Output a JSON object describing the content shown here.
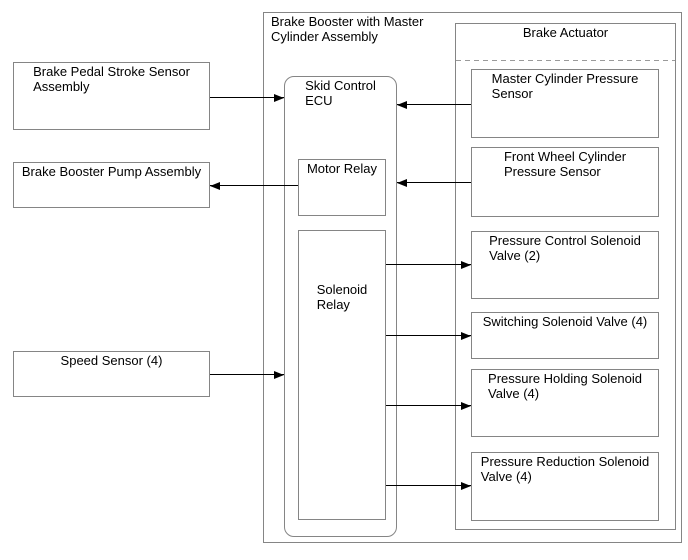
{
  "colors": {
    "background": "#ffffff",
    "box_border": "#858585",
    "arrow": "#000000",
    "dashed_line": "#9a9a9a",
    "text": "#000000"
  },
  "left_column": {
    "boxes": [
      {
        "label": "Brake Pedal Stroke Sensor\nAssembly"
      },
      {
        "label": "Brake Booster Pump Assembly"
      },
      {
        "label": "Speed Sensor (4)"
      }
    ]
  },
  "booster_assembly": {
    "title": "Brake Booster with Master\nCylinder Assembly",
    "ecu": {
      "title": "Skid Control\nECU",
      "motor_relay": {
        "label": "Motor Relay"
      },
      "solenoid_relay": {
        "label": "Solenoid\nRelay"
      }
    }
  },
  "brake_actuator": {
    "title": "Brake Actuator",
    "boxes": [
      {
        "label": "Master Cylinder Pressure\nSensor"
      },
      {
        "label": "Front Wheel Cylinder\nPressure Sensor"
      },
      {
        "label": "Pressure Control Solenoid\nValve (2)"
      },
      {
        "label": "Switching Solenoid Valve (4)"
      },
      {
        "label": "Pressure Holding Solenoid\nValve (4)"
      },
      {
        "label": "Pressure Reduction Solenoid\nValve (4)"
      }
    ]
  },
  "connections": [
    {
      "from": "Brake Pedal Stroke Sensor Assembly",
      "to": "Skid Control ECU",
      "direction": "right"
    },
    {
      "from": "Motor Relay",
      "to": "Brake Booster Pump Assembly",
      "direction": "left"
    },
    {
      "from": "Speed Sensor (4)",
      "to": "Skid Control ECU",
      "direction": "right"
    },
    {
      "from": "Master Cylinder Pressure Sensor",
      "to": "Skid Control ECU",
      "direction": "left"
    },
    {
      "from": "Front Wheel Cylinder Pressure Sensor",
      "to": "Skid Control ECU",
      "direction": "left"
    },
    {
      "from": "Solenoid Relay",
      "to": "Pressure Control Solenoid Valve (2)",
      "direction": "right"
    },
    {
      "from": "Solenoid Relay",
      "to": "Switching Solenoid Valve (4)",
      "direction": "right"
    },
    {
      "from": "Solenoid Relay",
      "to": "Pressure Holding Solenoid Valve (4)",
      "direction": "right"
    },
    {
      "from": "Solenoid Relay",
      "to": "Pressure Reduction Solenoid Valve (4)",
      "direction": "right"
    }
  ]
}
